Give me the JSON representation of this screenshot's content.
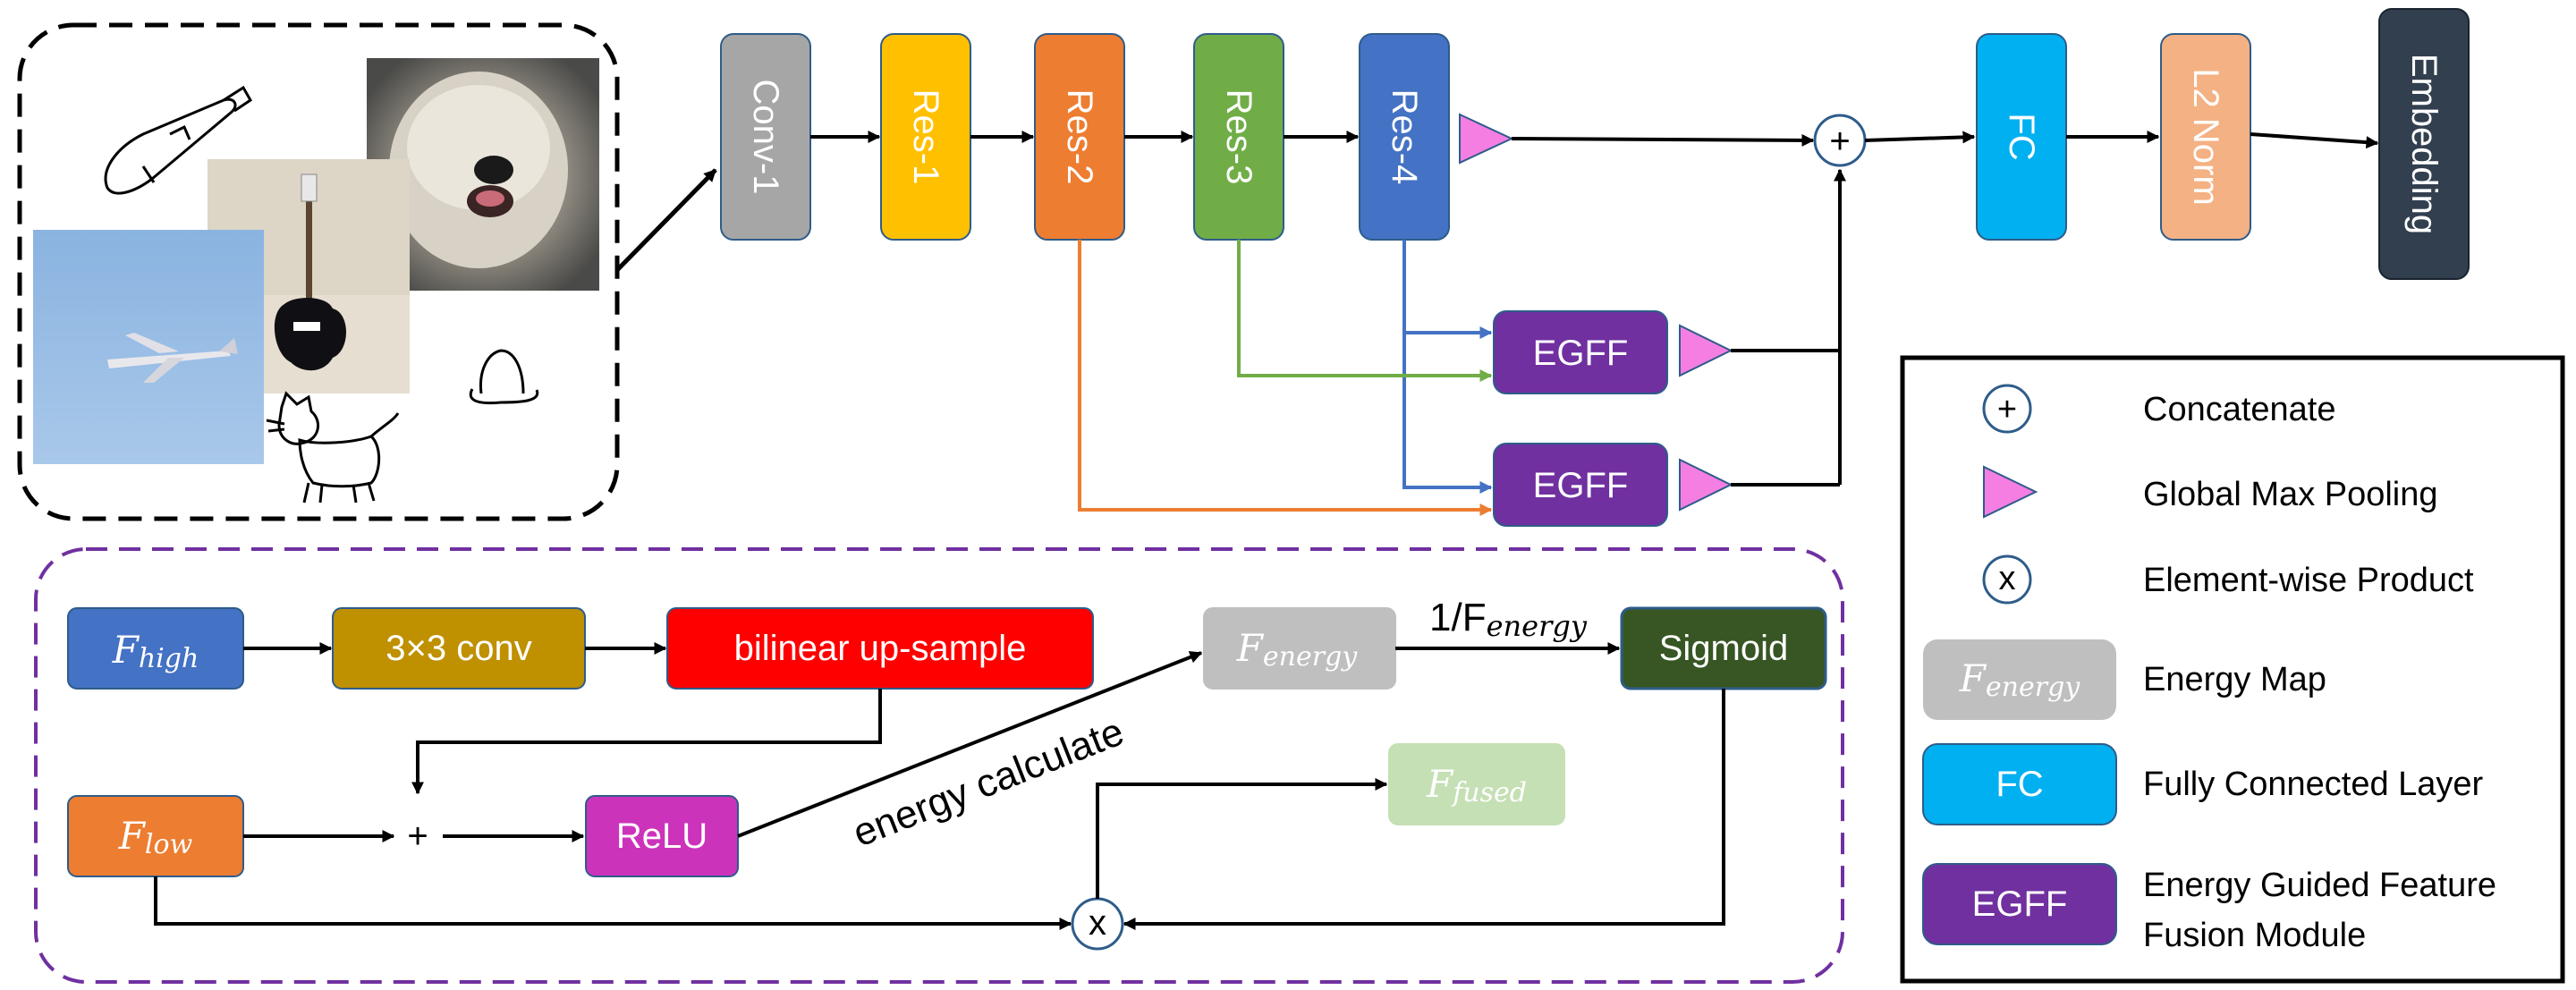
{
  "backbone": {
    "conv1": "Conv-1",
    "res1": "Res-1",
    "res2": "Res-2",
    "res3": "Res-3",
    "res4": "Res-4",
    "fc": "FC",
    "l2norm": "L2 Norm",
    "embedding": "Embedding"
  },
  "egff": {
    "top": "EGFF",
    "bottom": "EGFF"
  },
  "symbols": {
    "concat": "+",
    "product": "x",
    "add": "+"
  },
  "module": {
    "f_high": {
      "base": "F",
      "sub": "high"
    },
    "conv3x3": "3×3 conv",
    "upsample": "bilinear up-sample",
    "f_low": {
      "base": "F",
      "sub": "low"
    },
    "relu": "ReLU",
    "energy_calc": "energy calculate",
    "f_energy": {
      "base": "F",
      "sub": "energy"
    },
    "reciprocal": {
      "prefix": "1/F",
      "sub": "energy"
    },
    "sigmoid": "Sigmoid",
    "f_fused": {
      "base": "F",
      "sub": "fused"
    }
  },
  "legend": {
    "concatenate": "Concatenate",
    "gmp": "Global Max Pooling",
    "product": "Element-wise Product",
    "energy_map": "Energy Map",
    "energy_icon": {
      "base": "F",
      "sub": "energy"
    },
    "fc_icon": "FC",
    "fc": "Fully Connected Layer",
    "egff_icon": "EGFF",
    "egff_line1": "Energy Guided Feature",
    "egff_line2": "Fusion Module"
  },
  "colors": {
    "conv1": "#a6a6a6",
    "res1": "#ffc000",
    "res2": "#ed7d31",
    "res3": "#70ad47",
    "res4": "#4472c4",
    "fc": "#00b0f0",
    "l2norm": "#f4b183",
    "embedding": "#323f4f",
    "egff": "#7030a0",
    "pooling": "#f47ee2",
    "f_high": "#4472c4",
    "conv3x3": "#bf9000",
    "upsample": "#ff0000",
    "f_low": "#ed7d31",
    "relu": "#cc33bb",
    "f_energy": "#bfbfbf",
    "sigmoid": "#375623",
    "f_fused": "#c5e0b4",
    "module_border": "#7030a0"
  },
  "thumbnails": [
    {
      "name": "missile-sketch-thumbnail",
      "kind": "sketch"
    },
    {
      "name": "guitar-photo-thumbnail",
      "kind": "photo"
    },
    {
      "name": "dog-photo-thumbnail",
      "kind": "photo"
    },
    {
      "name": "airplane-photo-thumbnail",
      "kind": "photo"
    },
    {
      "name": "hat-sketch-thumbnail",
      "kind": "sketch"
    },
    {
      "name": "cat-sketch-thumbnail",
      "kind": "sketch"
    }
  ]
}
